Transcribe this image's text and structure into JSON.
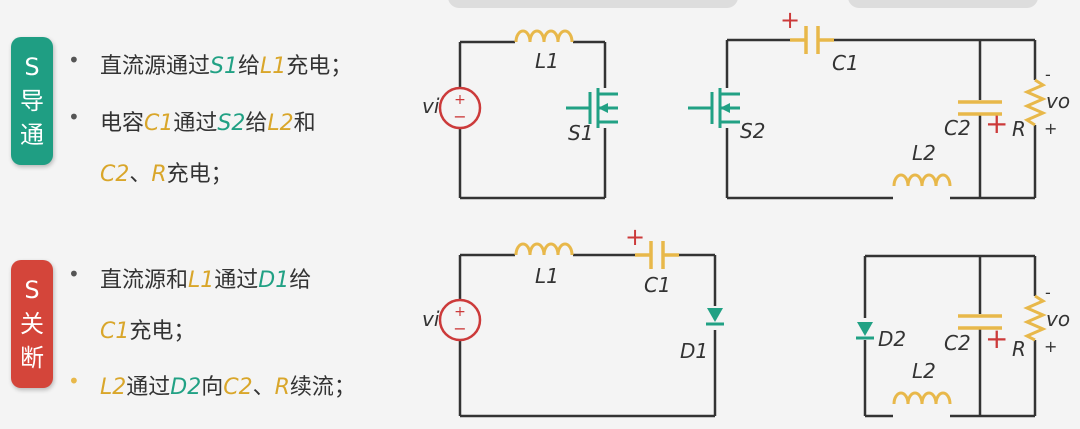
{
  "colors": {
    "green_tab": "#1f9e83",
    "red_tab": "#d4453a",
    "yellow": "#e8b84a",
    "green": "#21a184",
    "red": "#cc3a3a"
  },
  "tab_on": {
    "line1": "S",
    "line2": "导",
    "line3": "通"
  },
  "tab_off": {
    "line1": "S",
    "line2": "关",
    "line3": "断"
  },
  "on_bullets": {
    "b1": {
      "t1": "直流源通过",
      "s1": "S1",
      "t2": "给",
      "l1": "L1",
      "t3": "充电；"
    },
    "b2": {
      "t1": "电容",
      "c1": "C1",
      "t2": "通过",
      "s2": "S2",
      "t3": "给",
      "l2": "L2",
      "t4": "和"
    },
    "b3": {
      "c2": "C2",
      "t1": "、",
      "r": "R",
      "t2": "充电；"
    }
  },
  "off_bullets": {
    "b1": {
      "t1": "直流源和",
      "l1": "L1",
      "t2": "通过",
      "d1": "D1",
      "t3": "给"
    },
    "b2": {
      "c1": "C1",
      "t1": "充电；"
    },
    "b3": {
      "l2": "L2",
      "t1": "通过",
      "d2": "D2",
      "t2": "向",
      "c2": "C2",
      "t3": "、",
      "r": "R",
      "t4": "续流；"
    }
  },
  "circuit_labels": {
    "vi": "vi",
    "L1": "L1",
    "S1": "S1",
    "S2": "S2",
    "C1": "C1",
    "C2": "C2",
    "L2": "L2",
    "R": "R",
    "vo": "vo",
    "D1": "D1",
    "D2": "D2",
    "plus": "+",
    "minus": "-",
    "src_plus": "+",
    "src_minus": "−"
  }
}
